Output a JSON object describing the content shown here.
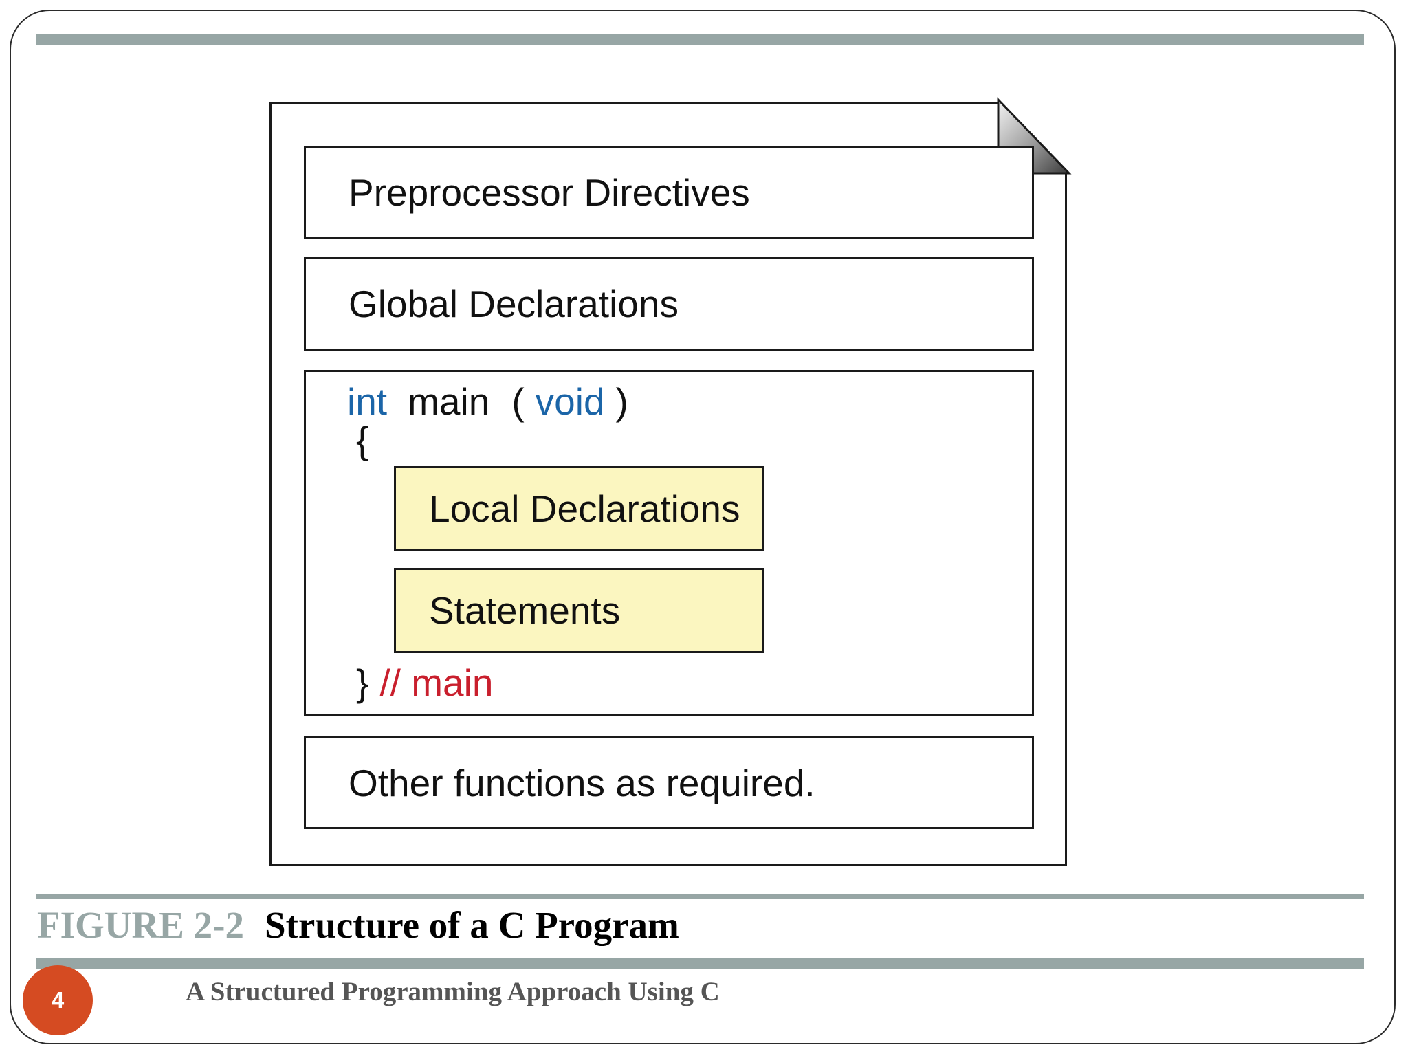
{
  "diagram": {
    "preprocessor_label": "Preprocessor Directives",
    "global_label": "Global Declarations",
    "main_block": {
      "kw_int": "int",
      "func_name": "main",
      "paren_open": "(",
      "kw_void": "void",
      "paren_close": ")",
      "brace_open": "{",
      "local_label": "Local Declarations",
      "statements_label": "Statements",
      "brace_close": "}",
      "comment": "// main"
    },
    "other_label": "Other functions as required."
  },
  "caption": {
    "figure_number": "FIGURE 2-2",
    "title": "Structure of a C Program"
  },
  "footer": {
    "slide_number": "4",
    "book_title": "A Structured Programming Approach Using C"
  },
  "colors": {
    "keyword": "#1b65a8",
    "comment": "#c91f2d",
    "highlight_box": "#fbf6c0",
    "accent_rule": "#97a6a5",
    "badge": "#d54b22"
  }
}
